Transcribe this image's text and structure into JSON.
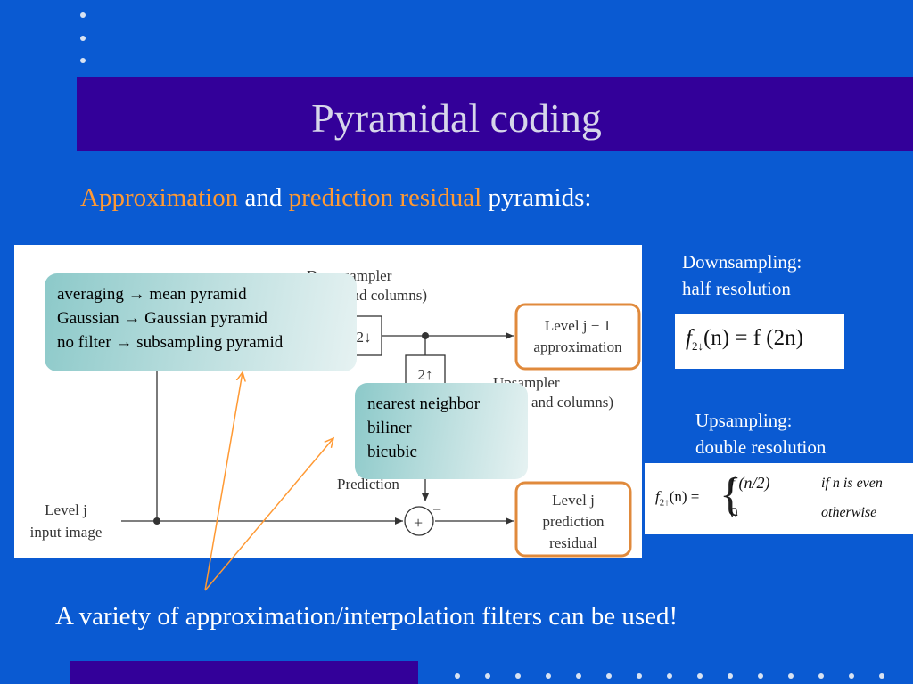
{
  "title": "Pyramidal coding",
  "subtitle": {
    "part1": "Approximation",
    "part2": " and ",
    "part3": "prediction residual",
    "part4": " pyramids:"
  },
  "diagram": {
    "downsampler_line1": "Downsampler",
    "downsampler_line2": "(rows and columns)",
    "downsampler_box": "2↓",
    "upsampler_box": "2↑",
    "upsampler_line1": "Upsampler",
    "upsampler_line2": "(rows and columns)",
    "prediction_label": "Prediction",
    "input_line1": "Level j",
    "input_line2": "input image",
    "approx_line1": "Level j − 1",
    "approx_line2": "approximation",
    "residual_line1": "Level j",
    "residual_line2": "prediction",
    "residual_line3": "residual",
    "sum_minus": "−",
    "sum_plus": "+"
  },
  "callout_filters": {
    "line1": "averaging → mean pyramid",
    "line2": "Gaussian → Gaussian pyramid",
    "line3": "no filter → subsampling pyramid"
  },
  "callout_interp": {
    "line1": "nearest neighbor",
    "line2": "biliner",
    "line3": "bicubic"
  },
  "downsampling": {
    "caption_line1": "Downsampling:",
    "caption_line2": "half resolution",
    "formula_f": "f",
    "formula_sub": "2↓",
    "formula_rest": "(n) = f (2n)"
  },
  "upsampling": {
    "caption_line1": "Upsampling:",
    "caption_line2": "double resolution",
    "lhs_f": "f",
    "lhs_sub": "2↑",
    "lhs_rest": "(n) =",
    "case1": "f (n/2)",
    "cond1": "if n is even",
    "case2": "0",
    "cond2": "otherwise"
  },
  "bottom_text": "A variety of approximation/interpolation filters can be used!",
  "colors": {
    "background": "#0a5ad2",
    "title_bar": "#330099",
    "highlight": "#ff9933",
    "callout_border": "#e08a3c"
  }
}
